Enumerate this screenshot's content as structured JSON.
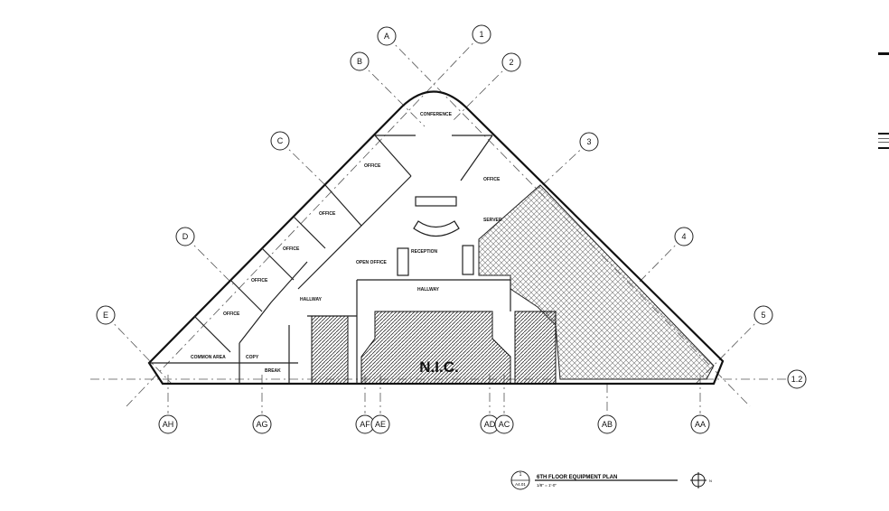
{
  "grid_bubbles": {
    "diagonal": [
      "A",
      "1",
      "B",
      "2",
      "C",
      "3",
      "D",
      "4",
      "E",
      "5"
    ],
    "horizontal": [
      "1.2"
    ],
    "vertical": [
      "AH",
      "AG",
      "AF",
      "AE",
      "AD",
      "AC",
      "AB",
      "AA"
    ]
  },
  "rooms": {
    "conference": "CONFERENCE",
    "office_1": "OFFICE",
    "office_2": "OFFICE",
    "office_3": "OFFICE",
    "office_4": "OFFICE",
    "office_5": "OFFICE",
    "office_6": "OFFICE",
    "server": "SERVER",
    "reception": "RECEPTION",
    "open_office": "OPEN OFFICE",
    "hallway_1": "HALLWAY",
    "hallway_2": "HALLWAY",
    "common_area": "COMMON AREA",
    "break": "BREAK",
    "copy": "COPY",
    "nic": "N.I.C."
  },
  "title_block": {
    "drawing_number": "1",
    "sheet": "A4.01",
    "title": "6TH FLOOR EQUIPMENT PLAN",
    "scale": "1/8\" = 1'-0\"",
    "north_label": "N"
  }
}
